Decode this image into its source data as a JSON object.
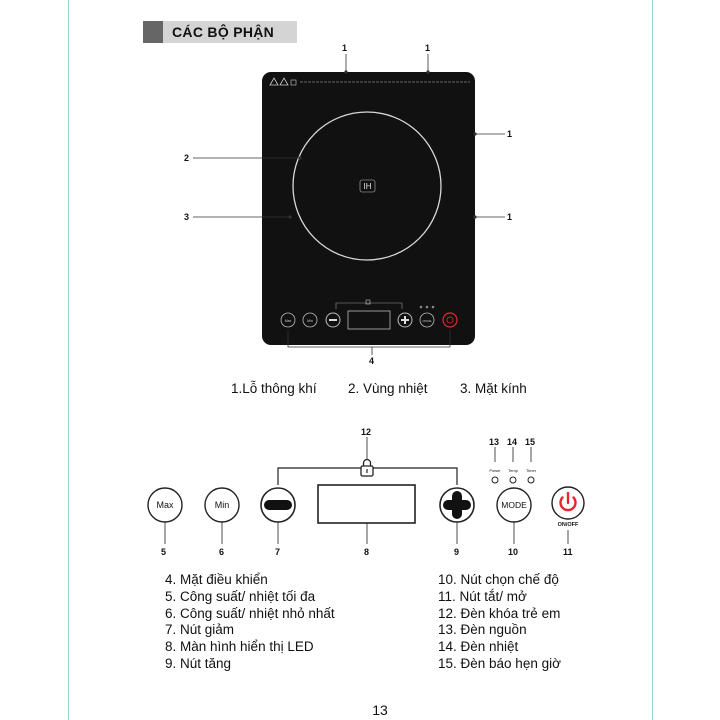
{
  "section": {
    "title": "CÁC BỘ PHẬN"
  },
  "cooktop": {
    "ih_logo": "IH",
    "callouts": {
      "top_left": "1",
      "top_right": "1",
      "right_upper": "1",
      "right_lower": "1",
      "left_upper": "2",
      "left_lower": "3",
      "bottom": "4"
    },
    "panel_buttons": {
      "max": "Max",
      "min": "Min",
      "mode": "MODE"
    }
  },
  "captions": {
    "c1": "1.Lỗ thông khí",
    "c2": "2. Vùng nhiệt",
    "c3": "3. Mặt kính"
  },
  "panel": {
    "max_label": "Max",
    "min_label": "Min",
    "mode_label": "MODE",
    "onoff_label": "ON/OFF",
    "power_label": "Power",
    "temp_label": "Temp",
    "timer_label": "Timer",
    "callouts": {
      "n5": "5",
      "n6": "6",
      "n7": "7",
      "n8": "8",
      "n9": "9",
      "n10": "10",
      "n11": "11",
      "n12": "12",
      "n13": "13",
      "n14": "14",
      "n15": "15"
    }
  },
  "legend_left": [
    "4. Mặt điều khiển",
    "5. Công suất/ nhiệt tối đa",
    "6. Công suất/ nhiệt nhỏ nhất",
    "7. Nút giảm",
    "8. Màn hình hiển thị LED",
    "9. Nút tăng"
  ],
  "legend_right": [
    "10. Nút chọn chế độ",
    "11. Nút tắt/ mở",
    "12. Đèn khóa trẻ em",
    "13. Đèn nguồn",
    "14. Đèn nhiệt",
    "15. Đèn báo hẹn giờ"
  ],
  "page_number": "13",
  "colors": {
    "cooktop_body": "#111111",
    "power_red": "#e8262d",
    "header_bg": "#d4d4d4",
    "header_marker": "#666666",
    "page_border": "#9fd3d6"
  }
}
